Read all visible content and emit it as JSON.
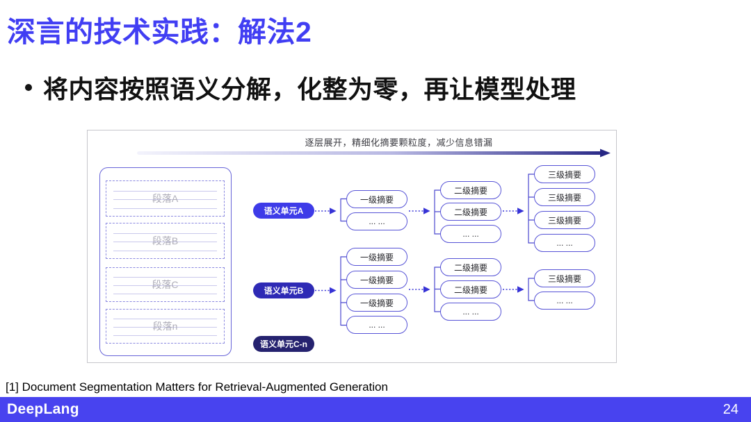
{
  "slide": {
    "title": "深言的技术实践：解法2",
    "bullet": "将内容按照语义分解，化整为零，再让模型处理",
    "footnote": "[1] Document Segmentation Matters for Retrieval-Augmented Generation",
    "footer": {
      "logo": "DeepLang",
      "page_number": "24"
    }
  },
  "diagram": {
    "caption": "逐层展开，精细化摘要颗粒度，减少信息错漏",
    "document": {
      "paragraphs": [
        "段落A",
        "段落B",
        "段落C",
        "段落n"
      ]
    },
    "semantic_units": [
      {
        "label": "语义单元A",
        "color": "#3e3be8"
      },
      {
        "label": "语义单元B",
        "color": "#2e2ab5"
      },
      {
        "label": "语义单元C-n",
        "color": "#25226f"
      }
    ],
    "chain_a": {
      "level1": [
        "一级摘要",
        "... ..."
      ],
      "level2": [
        "二级摘要",
        "二级摘要",
        "... ..."
      ],
      "level3": [
        "三级摘要",
        "三级摘要",
        "三级摘要",
        "... ..."
      ]
    },
    "chain_b": {
      "level1": [
        "一级摘要",
        "一级摘要",
        "一级摘要",
        "... ..."
      ],
      "level2": [
        "二级摘要",
        "二级摘要",
        "... ..."
      ],
      "level3": [
        "三级摘要",
        "... ..."
      ]
    },
    "colors": {
      "title_blue": "#413ef3",
      "footer_bar_blue": "#4843ef",
      "pill_border_blue": "#5552d6",
      "connector_blue": "#3733d6"
    }
  }
}
